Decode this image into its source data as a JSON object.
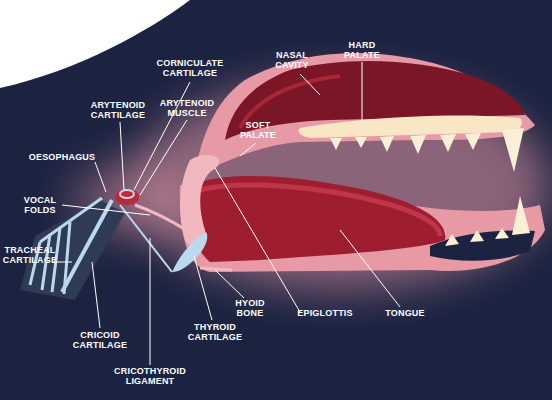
{
  "diagram": {
    "labels": [
      "CORNICULATE CARTILAGE",
      "NASAL CAVITY",
      "HARD PALATE",
      "ARYTENOID MUSCLE",
      "ARYTENOID CARTILAGE",
      "SOFT PALATE",
      "OESOPHAGUS",
      "VOCAL FOLDS",
      "TRACHEAL CARTILAGE",
      "HYOID BONE",
      "EPIGLOTTIS",
      "TONGUE",
      "THYROID CARTILAGE",
      "CRICOID CARTILAGE",
      "CRICOTHYROID LIGAMENT"
    ]
  }
}
